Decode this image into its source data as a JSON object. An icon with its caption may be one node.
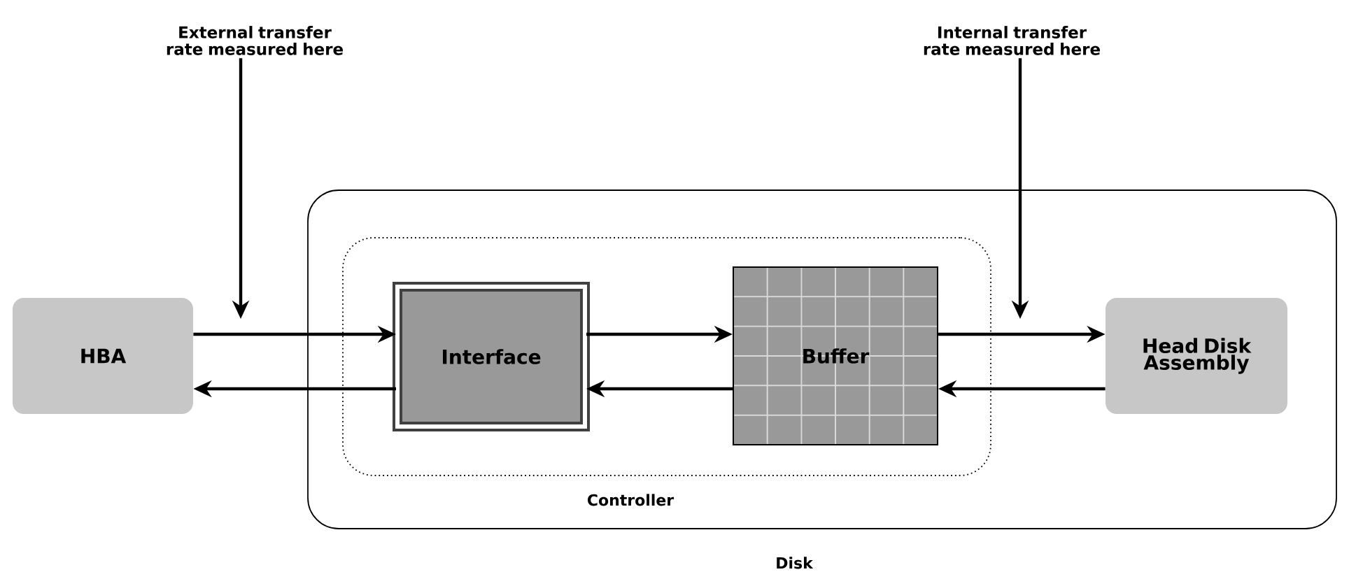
{
  "diagram": {
    "nodes": [
      {
        "text": [
          "Disk"
        ]
      },
      {
        "text": [
          "Controller"
        ],
        "in": 0
      },
      {
        "text": [
          "HBA"
        ]
      },
      {
        "text": [
          "Interface"
        ],
        "in": 1
      },
      {
        "text": [
          "Buffer"
        ],
        "in": 1
      },
      {
        "text": [
          "Head Disk Assembly"
        ],
        "in": 0
      },
      {
        "text": [
          "External transfer rate measured here"
        ]
      },
      {
        "text": [
          "Internal transfer rate measured here"
        ]
      }
    ],
    "edges": [
      {
        "from": 2,
        "to": 3,
        "arrow": "to"
      },
      {
        "from": 3,
        "to": 2,
        "arrow": "to"
      },
      {
        "from": 3,
        "to": 4,
        "arrow": "to"
      },
      {
        "from": 4,
        "to": 3,
        "arrow": "to"
      },
      {
        "from": 4,
        "to": 5,
        "arrow": "to"
      },
      {
        "from": 5,
        "to": 4,
        "arrow": "to"
      },
      {
        "from": 6,
        "to": null,
        "arrow": "to"
      },
      {
        "from": 7,
        "to": null,
        "arrow": "to"
      }
    ]
  }
}
